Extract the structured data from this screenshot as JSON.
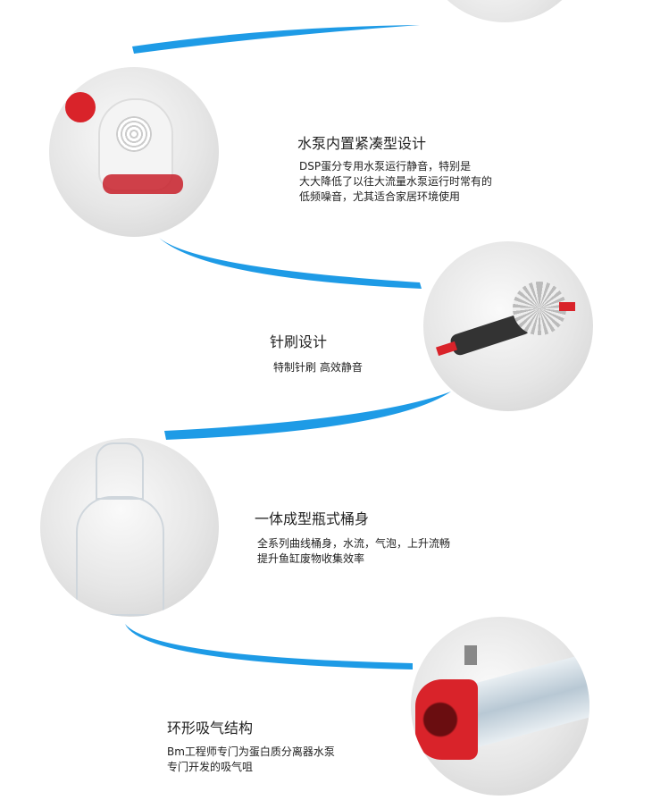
{
  "accent_color": "#1e9be6",
  "sections": [
    {
      "title": "水泵内置紧凑型设计",
      "lines": [
        "DSP蛋分专用水泵运行静音，特别是",
        "大大降低了以往大流量水泵运行时常有的",
        "低频噪音，尤其适合家居环境使用"
      ]
    },
    {
      "title": "针刷设计",
      "lines": [
        "特制针刷 高效静音"
      ]
    },
    {
      "title": "一体成型瓶式桶身",
      "lines": [
        "全系列曲线桶身，水流，气泡，上升流畅",
        "提升鱼缸废物收集效率"
      ]
    },
    {
      "title": "环形吸气结构",
      "lines": [
        "Bm工程师专门为蛋白质分离器水泵",
        "专门开发的吸气咀"
      ]
    }
  ]
}
